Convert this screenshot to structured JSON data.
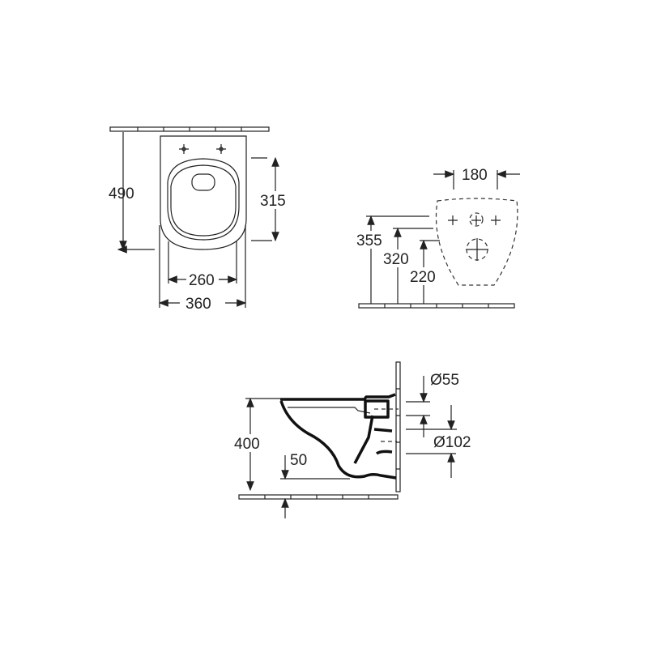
{
  "top_view": {
    "height_490": "490",
    "depth_315": "315",
    "width_260": "260",
    "width_360": "360"
  },
  "back_view": {
    "spacing_180": "180",
    "height_355": "355",
    "height_320": "320",
    "height_220": "220"
  },
  "side_view": {
    "height_400": "400",
    "offset_50": "50",
    "diameter_55": "Ø55",
    "diameter_102": "Ø102"
  },
  "colors": {
    "line": "#222222",
    "background": "#ffffff"
  }
}
